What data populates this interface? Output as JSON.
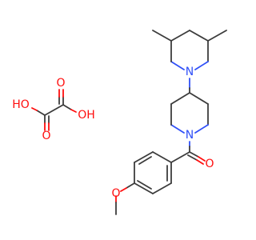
{
  "molecule": {
    "atoms": {
      "n_upper": "N",
      "n_lower": "N",
      "o_carbonyl": "O",
      "o_methoxy": "O",
      "oxalic_o1": "O",
      "oxalic_o2": "O",
      "oxalic_oh_left": "HO",
      "oxalic_oh_right": "OH"
    },
    "colors": {
      "carbon": "#3c3c3c",
      "nitrogen": "#3050f8",
      "oxygen": "#ff0d0d"
    }
  }
}
